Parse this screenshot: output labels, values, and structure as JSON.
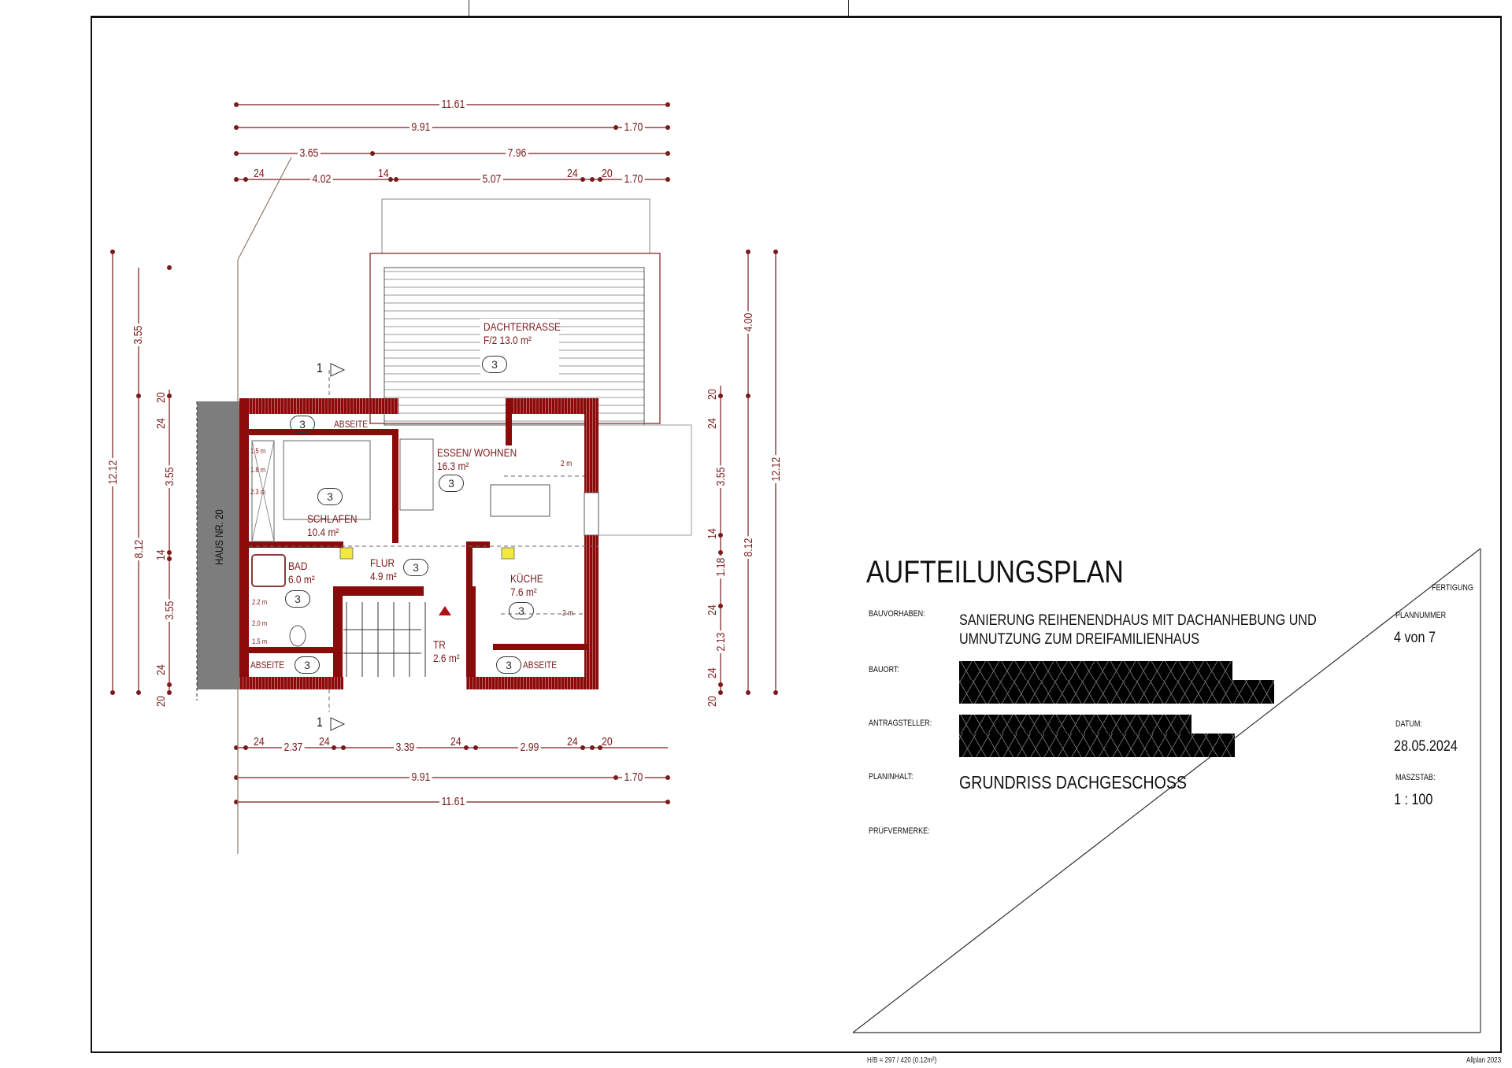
{
  "drawing": {
    "top_dimensions": {
      "row1": {
        "total": "11.61"
      },
      "row2": {
        "a": "9.91",
        "b": "1.70"
      },
      "row3": {
        "a": "3.65",
        "b": "7.96"
      },
      "row4": {
        "a": "24",
        "b": "4.02",
        "c": "14",
        "d": "5.07",
        "e": "24",
        "f": "20",
        "g": "1.70"
      }
    },
    "bottom_dimensions": {
      "row1": {
        "a": "24",
        "b": "2.37",
        "c": "24",
        "d": "3.39",
        "e": "24",
        "f": "2.99",
        "g": "24",
        "h": "20"
      },
      "row2": {
        "a": "9.91",
        "b": "1.70"
      },
      "row3": {
        "total": "11.61"
      }
    },
    "left_dimensions": {
      "outer": "12.12",
      "middle": "8.12",
      "inner": {
        "a": "3.55",
        "b": "20",
        "c": "24",
        "d": "3.55",
        "e": "14",
        "f": "3.55",
        "g": "24",
        "h": "20"
      }
    },
    "right_dimensions": {
      "outer": "12.12",
      "middle_a": "4.00",
      "middle_b": "8.12",
      "inner": {
        "a": "20",
        "b": "24",
        "c": "3.55",
        "d": "14",
        "e": "1.18",
        "f": "24",
        "g": "2.13",
        "h": "24",
        "i": "20"
      }
    },
    "neighbor_label": "HAUS NR. 20",
    "section_marker_top": "1",
    "section_marker_bottom": "1",
    "rooms": {
      "dachterrasse": {
        "name": "DACHTERRASSE",
        "area": "F/2 13.0 m²",
        "unit": "3"
      },
      "abseite_top": {
        "name": "ABSEITE",
        "unit": "3"
      },
      "schlafen": {
        "name": "SCHLAFEN",
        "area": "10.4 m²",
        "unit": "3"
      },
      "essen_wohnen": {
        "name": "ESSEN/ WOHNEN",
        "area": "16.3 m²",
        "unit": "3"
      },
      "bad": {
        "name": "BAD",
        "area": "6.0 m²",
        "unit": "3"
      },
      "flur": {
        "name": "FLUR",
        "area": "4.9 m²",
        "unit": "3"
      },
      "kueche": {
        "name": "KÜCHE",
        "area": "7.6 m²",
        "unit": "3"
      },
      "tr": {
        "name": "TR",
        "area": "2.6 m²"
      },
      "abseite_bottom_left": {
        "name": "ABSEITE",
        "unit": "3"
      },
      "abseite_bottom_right": {
        "name": "ABSEITE",
        "unit": "3"
      }
    },
    "height_marks": {
      "essen": "2 m",
      "kueche": "2 m",
      "schlafen_a": "1.5 m",
      "schlafen_b": "1.8 m",
      "schlafen_c": "2.3 m",
      "bad_a": "2.2 m",
      "bad_b": "2.0 m",
      "bad_c": "1.5 m"
    },
    "colors": {
      "wall": "#8b0a0a",
      "dimension": "#7a1a1a",
      "neighbor": "#7d7d7d",
      "smoke_detector": "#f2ea3a"
    }
  },
  "title_block": {
    "title": "AUFTEILUNGSPLAN",
    "bauvorhaben_label": "BAUVORHABEN:",
    "bauvorhaben_line1": "SANIERUNG REIHENENDHAUS MIT DACHANHEBUNG UND",
    "bauvorhaben_line2": "UMNUTZUNG ZUM DREIFAMILIENHAUS",
    "bauort_label": "BAUORT:",
    "antragsteller_label": "ANTRAGSTELLER:",
    "planinhalt_label": "PLANINHALT:",
    "planinhalt_value": "GRUNDRISS DACHGESCHOSS",
    "pruefvermerke_label": "PRÜFVERMERKE:",
    "fertigung_label": "FERTIGUNG",
    "plannummer_label": "PLANNUMMER",
    "plannummer_value": "4 von 7",
    "datum_label": "DATUM:",
    "datum_value": "28.05.2024",
    "massstab_label": "MASZSTAB:",
    "massstab_value": "1 : 100"
  },
  "footer": {
    "format": "H/B = 297 / 420 (0.12m²)",
    "software": "Allplan 2023"
  }
}
